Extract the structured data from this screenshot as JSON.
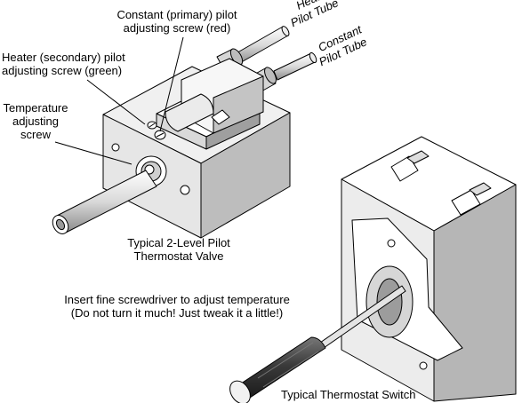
{
  "labels": {
    "constant_primary": [
      "Constant  (primary)  pilot",
      "adjusting  screw  (red)"
    ],
    "heater_tube": [
      "Heater",
      "Pilot  Tube"
    ],
    "constant_tube": [
      "Constant",
      "Pilot  Tube"
    ],
    "heater_secondary": [
      "Heater  (secondary)  pilot",
      "adjusting  screw  (green)"
    ],
    "temperature": [
      "Temperature",
      "adjusting",
      "screw"
    ],
    "valve_caption": [
      "Typical  2-Level  Pilot",
      "Thermostat  Valve"
    ],
    "instruction": [
      "Insert  fine  screwdriver  to  adjust  temperature",
      "(Do  not  turn  it  much!  Just  tweak  it  a  little!)"
    ],
    "switch_caption": "Typical  Thermostat  Switch"
  },
  "colors": {
    "ink": "#000000",
    "face_light": "#f2f2f2",
    "face_mid": "#dcdcdc",
    "face_dark": "#a9a9a9",
    "handle": "#4a4a4a"
  },
  "icons": [
    "slotted-screw-icon",
    "screwdriver-icon"
  ]
}
